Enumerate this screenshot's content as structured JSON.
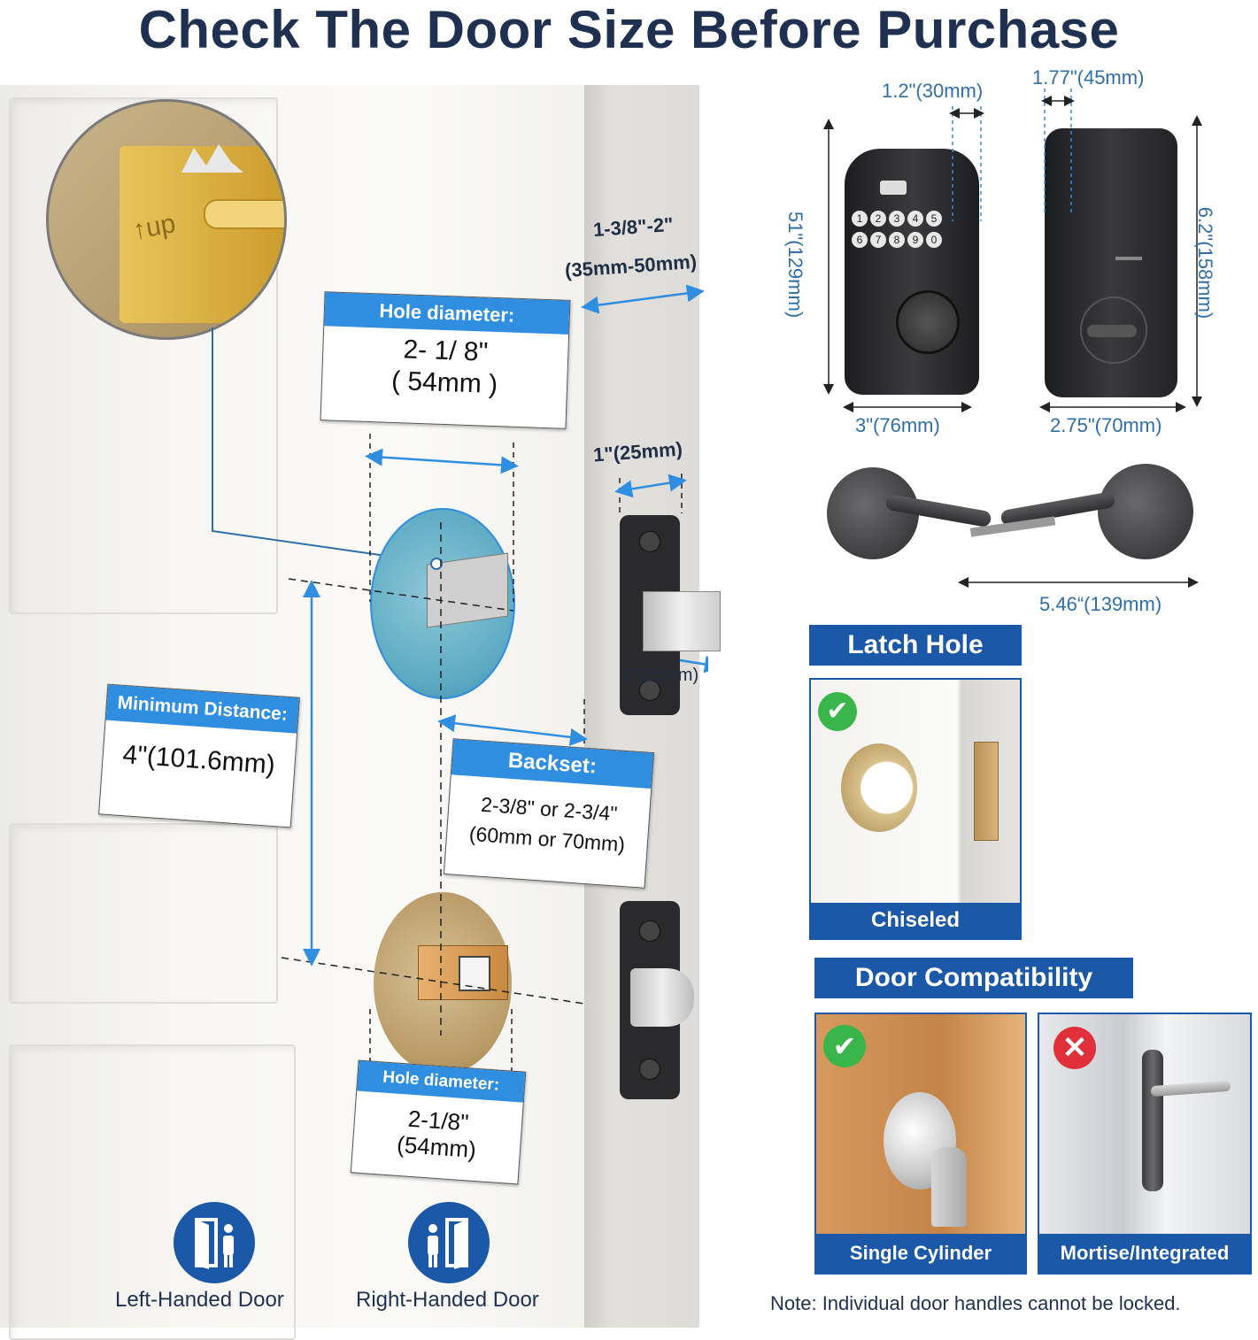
{
  "title": "Check The Door Size Before Purchase",
  "door": {
    "thickness_label": "1-3/8\"-2\"",
    "thickness_mm": "(35mm-50mm)",
    "latch_face_width": "1\"(25mm)",
    "latch_depth": "1\"(25mm)"
  },
  "hole_top": {
    "head": "Hole diameter:",
    "line1": "2- 1/ 8\"",
    "line2": "( 54mm   )"
  },
  "min_distance": {
    "head": "Minimum Distance:",
    "value": "4\"(101.6mm)"
  },
  "backset": {
    "head": "Backset:",
    "line1": "2-3/8\" or 2-3/4\"",
    "line2": "(60mm or 70mm)"
  },
  "hole_bottom": {
    "head": "Hole diameter:",
    "line1": "2-1/8\"",
    "line2": "(54mm)"
  },
  "lock_dims": {
    "keypad_depth": "1.2\"(30mm)",
    "inside_depth": "1.77\"(45mm)",
    "keypad_height": "51\"(129mm)",
    "inside_height": "6.2\"(158mm)",
    "keypad_width": "3\"(76mm)",
    "inside_width": "2.75\"(70mm)",
    "handle_length": "5.46“(139mm)"
  },
  "keypad_keys": [
    "1",
    "2",
    "3",
    "4",
    "5",
    "6",
    "7",
    "8",
    "9",
    "0"
  ],
  "latch_hole": {
    "banner": "Latch Hole",
    "caption": "Chiseled"
  },
  "compat": {
    "banner": "Door Compatibility",
    "left_caption": "Single Cylinder",
    "right_caption": "Mortise/Integrated"
  },
  "note": "Note: Individual door handles cannot be locked.",
  "handedness": {
    "left": "Left-Handed Door",
    "right": "Right-Handed Door"
  },
  "colors": {
    "accent": "#2f8ee0",
    "banner": "#1b58a8",
    "title": "#1f3050",
    "ok": "#3ab54a",
    "bad": "#e0303a"
  }
}
